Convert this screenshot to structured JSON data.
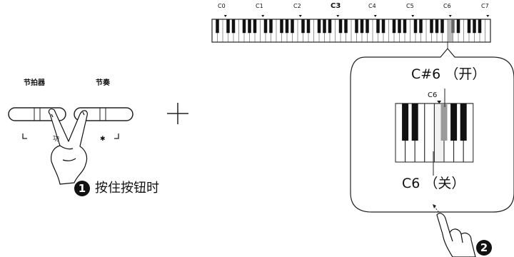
{
  "keyboard": {
    "octave_labels": [
      "C0",
      "C1",
      "C2",
      "C3",
      "C4",
      "C5",
      "C6",
      "C7"
    ],
    "highlight_octave": "C3"
  },
  "panel": {
    "button_left_label": "节拍器",
    "button_right_label": "节奏",
    "function_glyph": "功",
    "bluetooth_glyph": "✱",
    "plus_sign": "+"
  },
  "steps": [
    {
      "number": "1",
      "text": "按住按钮时"
    },
    {
      "number": "2",
      "text": ""
    }
  ],
  "zoom": {
    "top_label": "C#6 （开）",
    "small_label": "C6",
    "bottom_label": "C6 （关）"
  }
}
